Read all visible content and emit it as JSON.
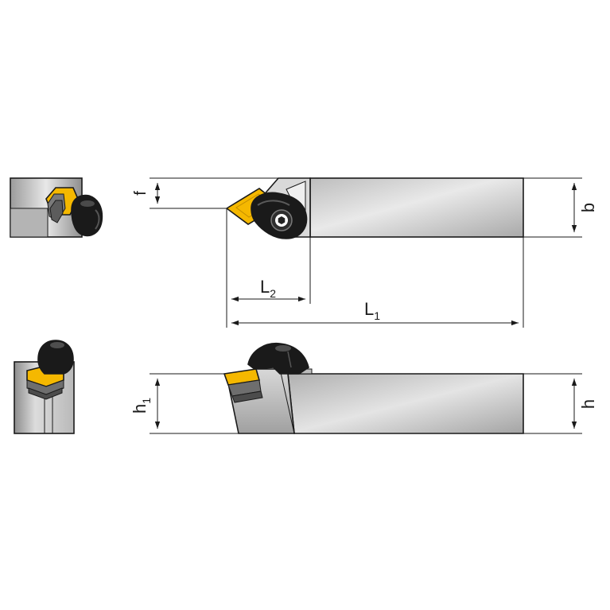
{
  "dimensions": {
    "f": {
      "main": "f",
      "sub": ""
    },
    "b": {
      "main": "b",
      "sub": ""
    },
    "l2": {
      "main": "L",
      "sub": "2"
    },
    "l1": {
      "main": "L",
      "sub": "1"
    },
    "h1": {
      "main": "h",
      "sub": "1"
    },
    "h": {
      "main": "h",
      "sub": ""
    }
  },
  "colors": {
    "insert": "#f5b800",
    "insert_dark": "#c58f00",
    "clamp": "#1a1a1a",
    "body_light": "#ececec",
    "body_mid": "#cfcfcf",
    "body_dark": "#9a9a9a",
    "line": "#1a1a1a"
  },
  "icons": {
    "clamp_screw": "hex-socket-screw-icon"
  }
}
